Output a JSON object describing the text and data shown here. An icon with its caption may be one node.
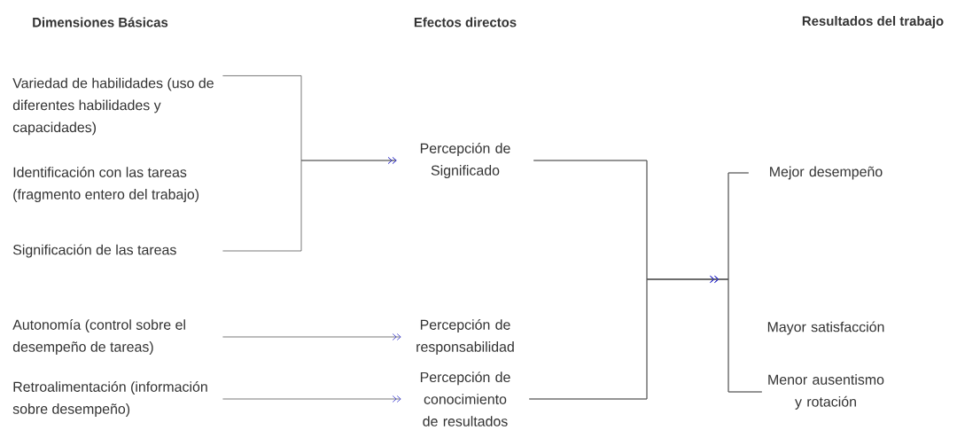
{
  "diagram": {
    "nodes": [
      {
        "text": [
          "Variedad de habilidades (uso de diferentes habilidades y capacidades)"
        ]
      },
      {
        "text": [
          "Identificación con las tareas (fragmento entero del trabajo)"
        ]
      },
      {
        "text": [
          "Significación de las tareas"
        ]
      },
      {
        "text": [
          "Percepción de Significado"
        ]
      },
      {
        "text": [
          "Autonomía (control sobre el desempeño de tareas)"
        ]
      },
      {
        "text": [
          "Percepción de responsabilidad"
        ]
      },
      {
        "text": [
          "Retroalimentación (información sobre desempeño)"
        ]
      },
      {
        "text": [
          "Percepción de conocimiento de resultados"
        ]
      },
      {
        "text": [
          "Mejor desempeño"
        ]
      },
      {
        "text": [
          "Mayor satisfacción"
        ]
      },
      {
        "text": [
          "Menor ausentismo y rotación"
        ]
      }
    ],
    "edges": [
      {
        "from": 0,
        "to": 3,
        "arrow": "to"
      },
      {
        "from": 2,
        "to": 3,
        "arrow": "to"
      },
      {
        "from": 4,
        "to": 5,
        "arrow": "to"
      },
      {
        "from": 6,
        "to": 7,
        "arrow": "to"
      },
      {
        "from": 3,
        "to": 8,
        "arrow": "to"
      },
      {
        "from": 3,
        "to": 10,
        "arrow": "to"
      },
      {
        "from": 7,
        "to": 8,
        "arrow": "to"
      },
      {
        "from": 7,
        "to": 10,
        "arrow": "to"
      }
    ],
    "labels": [
      "Dimensiones Básicas",
      "Efectos directos",
      "Resultados del trabajo"
    ]
  }
}
